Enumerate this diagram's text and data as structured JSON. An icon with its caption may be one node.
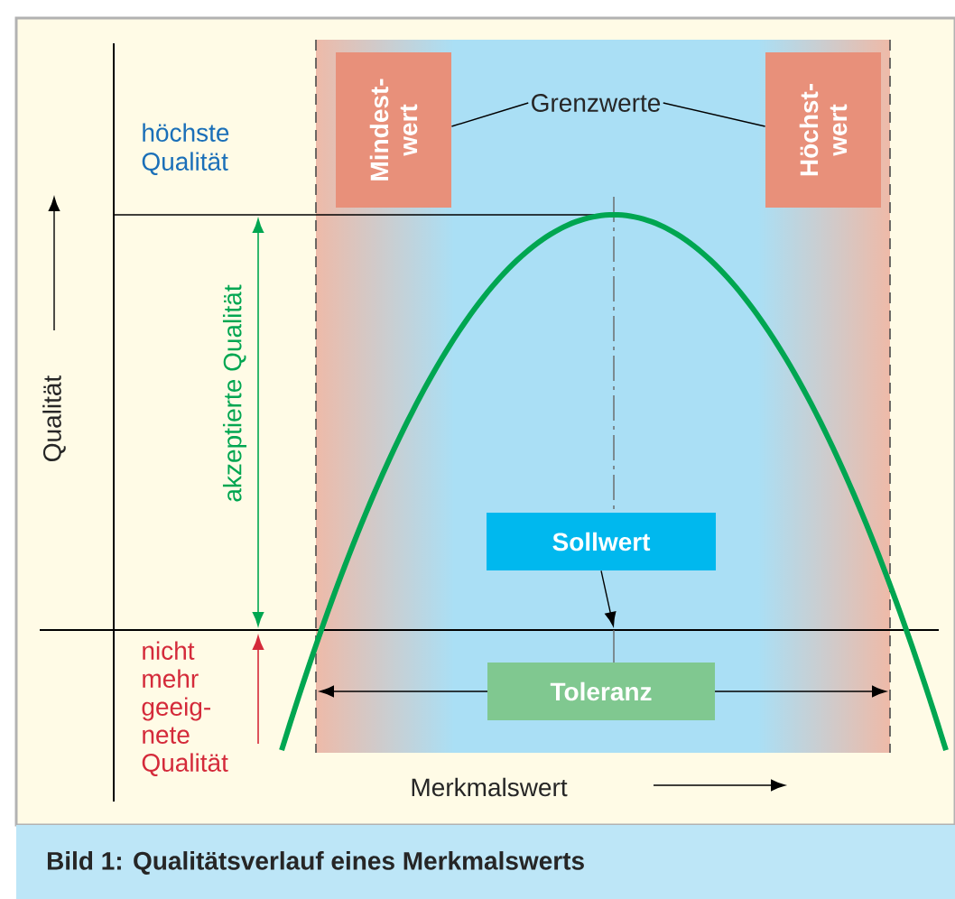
{
  "diagram": {
    "caption": "Bild 1: Qualitätsverlauf eines Merkmalswerts",
    "nodes": [
      {
        "text": [
          "Mindest- wert"
        ]
      },
      {
        "text": [
          "Höchst- wert"
        ]
      },
      {
        "text": [
          "Grenzwerte"
        ]
      },
      {
        "text": [
          "Sollwert"
        ]
      },
      {
        "text": [
          "Toleranz"
        ]
      }
    ],
    "edges": [
      {
        "from": 2,
        "to": 0,
        "arrow": "none"
      },
      {
        "from": 2,
        "to": 1,
        "arrow": "none"
      },
      {
        "from": 3,
        "to": null,
        "arrow": "to"
      }
    ],
    "labels": [
      "höchste Qualität",
      "akzeptierte Qualität",
      "nicht mehr geeig- nete Qualität",
      "Qualität",
      "Merkmalswert"
    ]
  }
}
